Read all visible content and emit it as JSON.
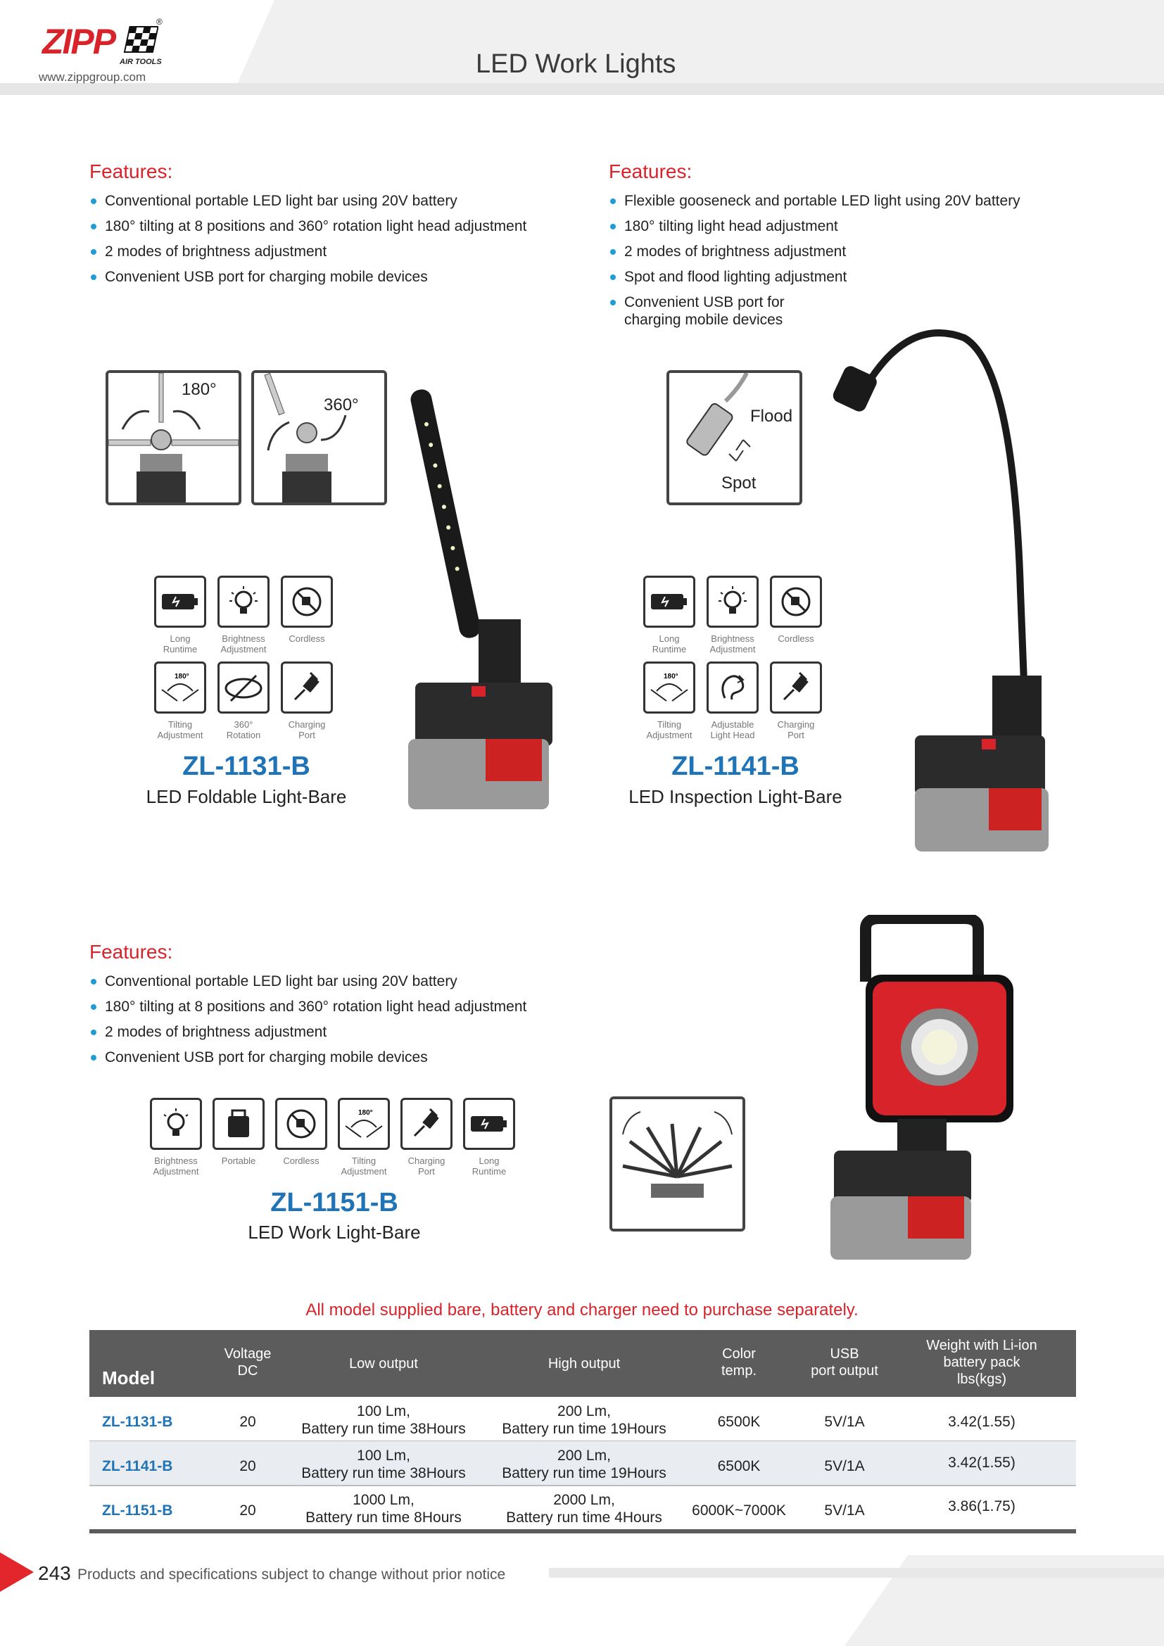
{
  "header": {
    "logo_text": "ZIPP",
    "logo_sub": "AIR TOOLS",
    "logo_reg": "®",
    "website": "www.zippgroup.com",
    "page_title": "LED Work Lights"
  },
  "products": [
    {
      "features_title": "Features:",
      "features": [
        "Conventional portable LED light bar using 20V battery",
        "180° tilting at 8 positions and 360° rotation light head adjustment",
        "2 modes of brightness adjustment",
        "Convenient USB port for charging mobile devices"
      ],
      "diagram_labels": [
        "180°",
        "360°"
      ],
      "icons": [
        {
          "icon": "battery-icon",
          "label1": "Long",
          "label2": "Runtime"
        },
        {
          "icon": "bulb-icon",
          "label1": "Brightness",
          "label2": "Adjustment"
        },
        {
          "icon": "cordless-icon",
          "label1": "Cordless",
          "label2": ""
        },
        {
          "icon": "tilt-180-icon",
          "label1": "Tilting",
          "label2": "Adjustment"
        },
        {
          "icon": "rotation-360-icon",
          "label1": "360°",
          "label2": "Rotation"
        },
        {
          "icon": "usb-plug-icon",
          "label1": "Charging",
          "label2": "Port"
        }
      ],
      "model": "ZL-1131-B",
      "name": "LED Foldable Light-Bare"
    },
    {
      "features_title": "Features:",
      "features": [
        "Flexible gooseneck and portable LED light using 20V battery",
        "180° tilting light head adjustment",
        "2 modes of brightness adjustment",
        "Spot and flood lighting adjustment",
        "Convenient USB port for",
        "charging mobile devices"
      ],
      "diagram_labels": [
        "Flood",
        "Spot"
      ],
      "icons": [
        {
          "icon": "battery-icon",
          "label1": "Long",
          "label2": "Runtime"
        },
        {
          "icon": "bulb-icon",
          "label1": "Brightness",
          "label2": "Adjustment"
        },
        {
          "icon": "cordless-icon",
          "label1": "Cordless",
          "label2": ""
        },
        {
          "icon": "tilt-180-icon",
          "label1": "Tilting",
          "label2": "Adjustment"
        },
        {
          "icon": "adjustable-head-icon",
          "label1": "Adjustable",
          "label2": "Light Head"
        },
        {
          "icon": "usb-plug-icon",
          "label1": "Charging",
          "label2": "Port"
        }
      ],
      "model": "ZL-1141-B",
      "name": "LED Inspection Light-Bare"
    },
    {
      "features_title": "Features:",
      "features": [
        "Conventional portable LED light bar using 20V battery",
        "180° tilting at 8 positions and 360° rotation light head adjustment",
        "2 modes of brightness adjustment",
        "Convenient USB port for charging mobile devices"
      ],
      "icons": [
        {
          "icon": "bulb-icon",
          "label1": "Brightness",
          "label2": "Adjustment"
        },
        {
          "icon": "portable-icon",
          "label1": "Portable",
          "label2": ""
        },
        {
          "icon": "cordless-icon",
          "label1": "Cordless",
          "label2": ""
        },
        {
          "icon": "tilt-180-icon",
          "label1": "Tilting",
          "label2": "Adjustment"
        },
        {
          "icon": "usb-plug-icon",
          "label1": "Charging",
          "label2": "Port"
        },
        {
          "icon": "battery-icon",
          "label1": "Long",
          "label2": "Runtime"
        }
      ],
      "model": "ZL-1151-B",
      "name": "LED Work Light-Bare"
    }
  ],
  "note": "All model supplied bare, battery and charger need to purchase separately.",
  "table": {
    "headers": {
      "model": "Model",
      "voltage1": "Voltage",
      "voltage2": "DC",
      "low": "Low output",
      "high": "High output",
      "color1": "Color",
      "color2": "temp.",
      "usb1": "USB",
      "usb2": "port output",
      "weight1": "Weight with Li-ion",
      "weight2": "battery pack",
      "weight3": "lbs(kgs)"
    },
    "rows": [
      {
        "model": "ZL-1131-B",
        "voltage": "20",
        "low1": "100 Lm,",
        "low2": "Battery run time 38Hours",
        "high1": "200 Lm,",
        "high2": "Battery run time 19Hours",
        "color": "6500K",
        "usb": "5V/1A",
        "weight": "3.42(1.55)"
      },
      {
        "model": "ZL-1141-B",
        "voltage": "20",
        "low1": "100 Lm,",
        "low2": "Battery run time 38Hours",
        "high1": "200 Lm,",
        "high2": "Battery run time 19Hours",
        "color": "6500K",
        "usb": "5V/1A",
        "weight": "3.42(1.55)"
      },
      {
        "model": "ZL-1151-B",
        "voltage": "20",
        "low1": "1000 Lm,",
        "low2": "Battery run time 8Hours",
        "high1": "2000 Lm,",
        "high2": "Battery run time 4Hours",
        "color": "6000K~7000K",
        "usb": "5V/1A",
        "weight": "3.86(1.75)"
      }
    ]
  },
  "footer": {
    "page_number": "243",
    "text": "Products and specifications subject to change without prior notice"
  },
  "colors": {
    "accent_red": "#d8232a",
    "model_blue": "#1f73b7",
    "bullet_blue": "#1f9cd8",
    "table_header": "#5c5c5c"
  }
}
